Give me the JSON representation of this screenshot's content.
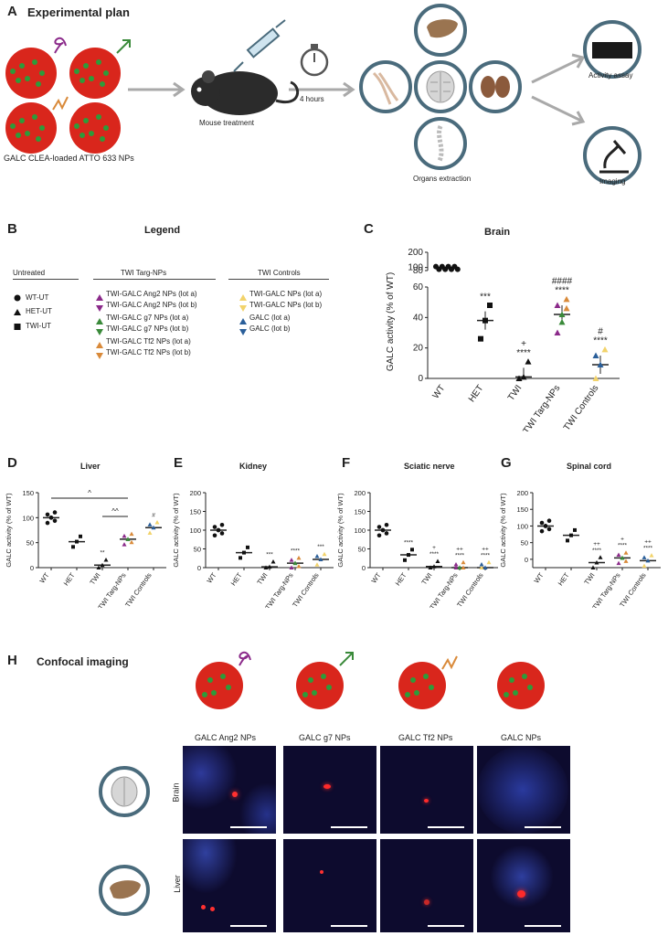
{
  "panelA": {
    "letter": "A",
    "title": "Experimental plan",
    "np_label": "GALC CLEA-loaded ATTO 633 NPs",
    "mouse_label": "Mouse treatment",
    "time_label": "4 hours",
    "organs_label": "Organs extraction",
    "activity_label": "Activity  assay",
    "imaging_label": "Imaging"
  },
  "panelB": {
    "letter": "B",
    "title": "Legend",
    "groups": [
      {
        "header": "Untreated",
        "items": [
          "WT-UT",
          "HET-UT",
          "TWI-UT"
        ]
      },
      {
        "header": "TWI Targ-NPs",
        "items": [
          "TWI-GALC Ang2 NPs (lot a)",
          "TWI-GALC Ang2 NPs (lot b)",
          "TWI-GALC g7 NPs (lot a)",
          "TWI-GALC g7 NPs (lot b)",
          "TWI-GALC Tf2 NPs (lot a)",
          "TWI-GALC Tf2 NPs (lot b)"
        ]
      },
      {
        "header": "TWI Controls",
        "items": [
          "TWI-GALC NPs (lot a)",
          "TWI-GALC NPs (lot b)",
          "GALC (lot a)",
          "GALC (lot b)"
        ]
      }
    ]
  },
  "panelH": {
    "letter": "H",
    "title": "Confocal imaging",
    "columns": [
      "GALC Ang2 NPs",
      "GALC g7 NPs",
      "GALC Tf2 NPs",
      "GALC NPs"
    ],
    "rows": [
      "Brain",
      "Liver"
    ]
  },
  "colors": {
    "np_red": "#d9261c",
    "np_green": "#2e9b3a",
    "ring": "#4a6b7c",
    "arrow": "#a9a9a9",
    "ang2": "#8b2a8a",
    "g7": "#3a8a3a",
    "tf2": "#d98a3a",
    "galc_np": "#f2d36b",
    "galc": "#2a5f9a"
  },
  "chart_data": [
    {
      "panel": "C",
      "title": "Brain",
      "type": "scatter",
      "ylabel": "GALC activity (% of WT)",
      "categories": [
        "WT",
        "HET",
        "TWI",
        "TWI Targ-NPs",
        "TWI Controls"
      ],
      "y_ticks": [
        "0",
        "20",
        "40",
        "60",
        "80",
        "100",
        "200"
      ],
      "y_break": true,
      "means": [
        100,
        38,
        1,
        42,
        9
      ],
      "annotations": [
        "",
        "***",
        "+\n****",
        "####\n****",
        "#\n****"
      ]
    },
    {
      "panel": "D",
      "title": "Liver",
      "type": "scatter",
      "ylabel": "GALC activity (% of WT)",
      "categories": [
        "WT",
        "HET",
        "TWI",
        "TWI Targ-NPs",
        "TWI Controls"
      ],
      "ylim": [
        0,
        150
      ],
      "y_ticks": [
        "0",
        "50",
        "100",
        "150"
      ],
      "means": [
        100,
        52,
        5,
        57,
        80
      ],
      "annotations": [
        "",
        "",
        "**",
        "",
        "#"
      ],
      "brackets": [
        "^",
        "^^"
      ]
    },
    {
      "panel": "E",
      "title": "Kidney",
      "type": "scatter",
      "ylabel": "GALC activity (% of WT)",
      "categories": [
        "WT",
        "HET",
        "TWI",
        "TWI Targ-NPs",
        "TWI Controls"
      ],
      "ylim": [
        0,
        200
      ],
      "y_ticks": [
        "0",
        "50",
        "100",
        "150",
        "200"
      ],
      "means": [
        100,
        40,
        2,
        12,
        22
      ],
      "annotations": [
        "",
        "",
        "***",
        "****",
        "***"
      ]
    },
    {
      "panel": "F",
      "title": "Sciatic nerve",
      "type": "scatter",
      "ylabel": "GALC activity (% of WT)",
      "categories": [
        "WT",
        "HET",
        "TWI",
        "TWI Targ-NPs",
        "TWI Controls"
      ],
      "ylim": [
        0,
        200
      ],
      "y_ticks": [
        "0",
        "50",
        "100",
        "150",
        "200"
      ],
      "means": [
        100,
        34,
        3,
        0,
        0
      ],
      "annotations": [
        "",
        "****",
        "+\n****",
        "++\n****",
        "++\n****"
      ]
    },
    {
      "panel": "G",
      "title": "Spinal cord",
      "type": "scatter",
      "ylabel": "GALC activity (% of WT)",
      "categories": [
        "WT",
        "HET",
        "TWI",
        "TWI Targ-NPs",
        "TWI Controls"
      ],
      "ylim": [
        0,
        200
      ],
      "y_ticks": [
        "0",
        "50",
        "100",
        "150",
        "200"
      ],
      "means": [
        100,
        72,
        -10,
        4,
        -4
      ],
      "annotations": [
        "",
        "",
        "++\n****",
        "+\n****",
        "++\n****"
      ]
    }
  ]
}
